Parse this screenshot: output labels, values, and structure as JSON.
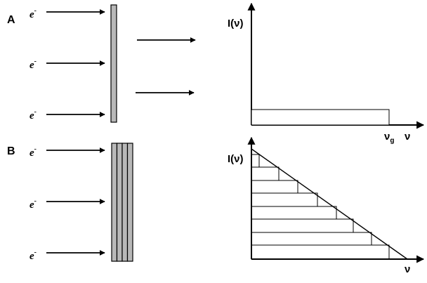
{
  "panel_a": {
    "label": "A",
    "electrons": [
      "e",
      "e",
      "e"
    ],
    "electron_charge": "-",
    "y_axis_label": "I(ν)",
    "x_axis_label": "ν",
    "cutoff_symbol": "ν",
    "cutoff_subscript": "g"
  },
  "panel_b": {
    "label": "B",
    "electrons": [
      "e",
      "e",
      "e"
    ],
    "electron_charge": "-",
    "y_axis_label": "I(ν)",
    "x_axis_label": "ν",
    "foil_layers": 4
  },
  "colors": {
    "ink": "#000000",
    "foil": "#b8b8b8",
    "background": "#ffffff"
  }
}
